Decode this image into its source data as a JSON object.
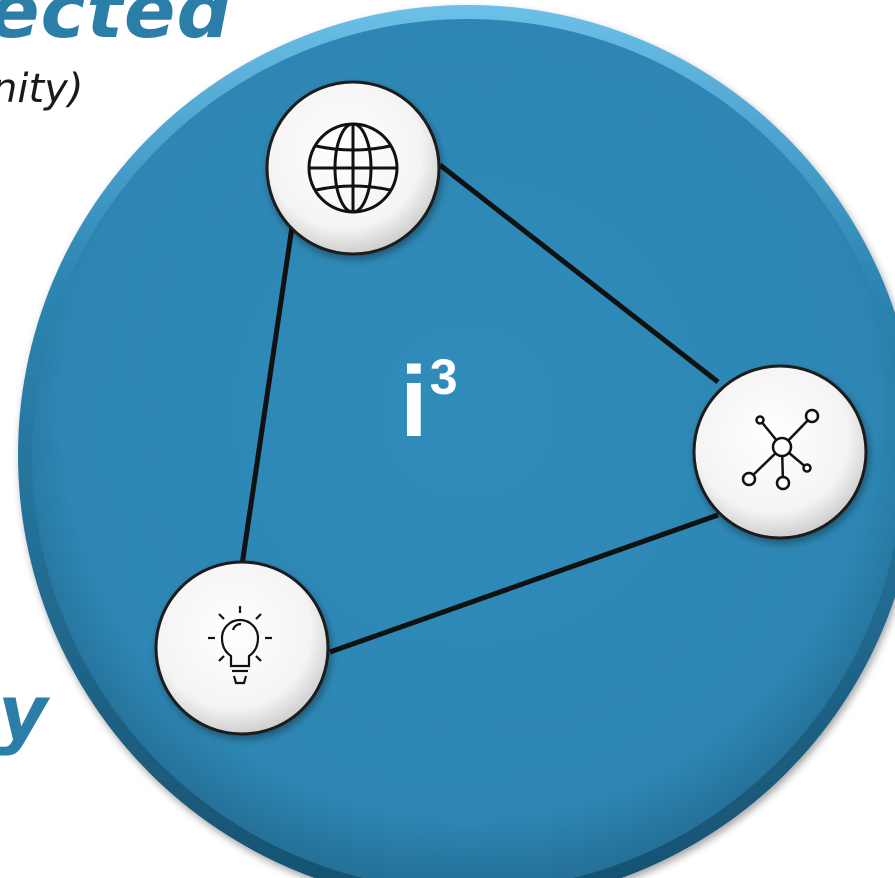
{
  "heading_top": "ected",
  "subheading_top": "nity)",
  "heading_bottom": "y",
  "center_label": {
    "base": "i",
    "superscript": "3"
  },
  "nodes": [
    {
      "name": "globe",
      "icon": "globe-icon"
    },
    {
      "name": "network",
      "icon": "network-icon"
    },
    {
      "name": "idea",
      "icon": "lightbulb-icon"
    }
  ],
  "colors": {
    "disc_fill": "#2d86b3",
    "disc_rim": "#1f6388",
    "heading_text": "#2b7ea8",
    "node_fill": "#ffffff",
    "connector": "#111111"
  }
}
